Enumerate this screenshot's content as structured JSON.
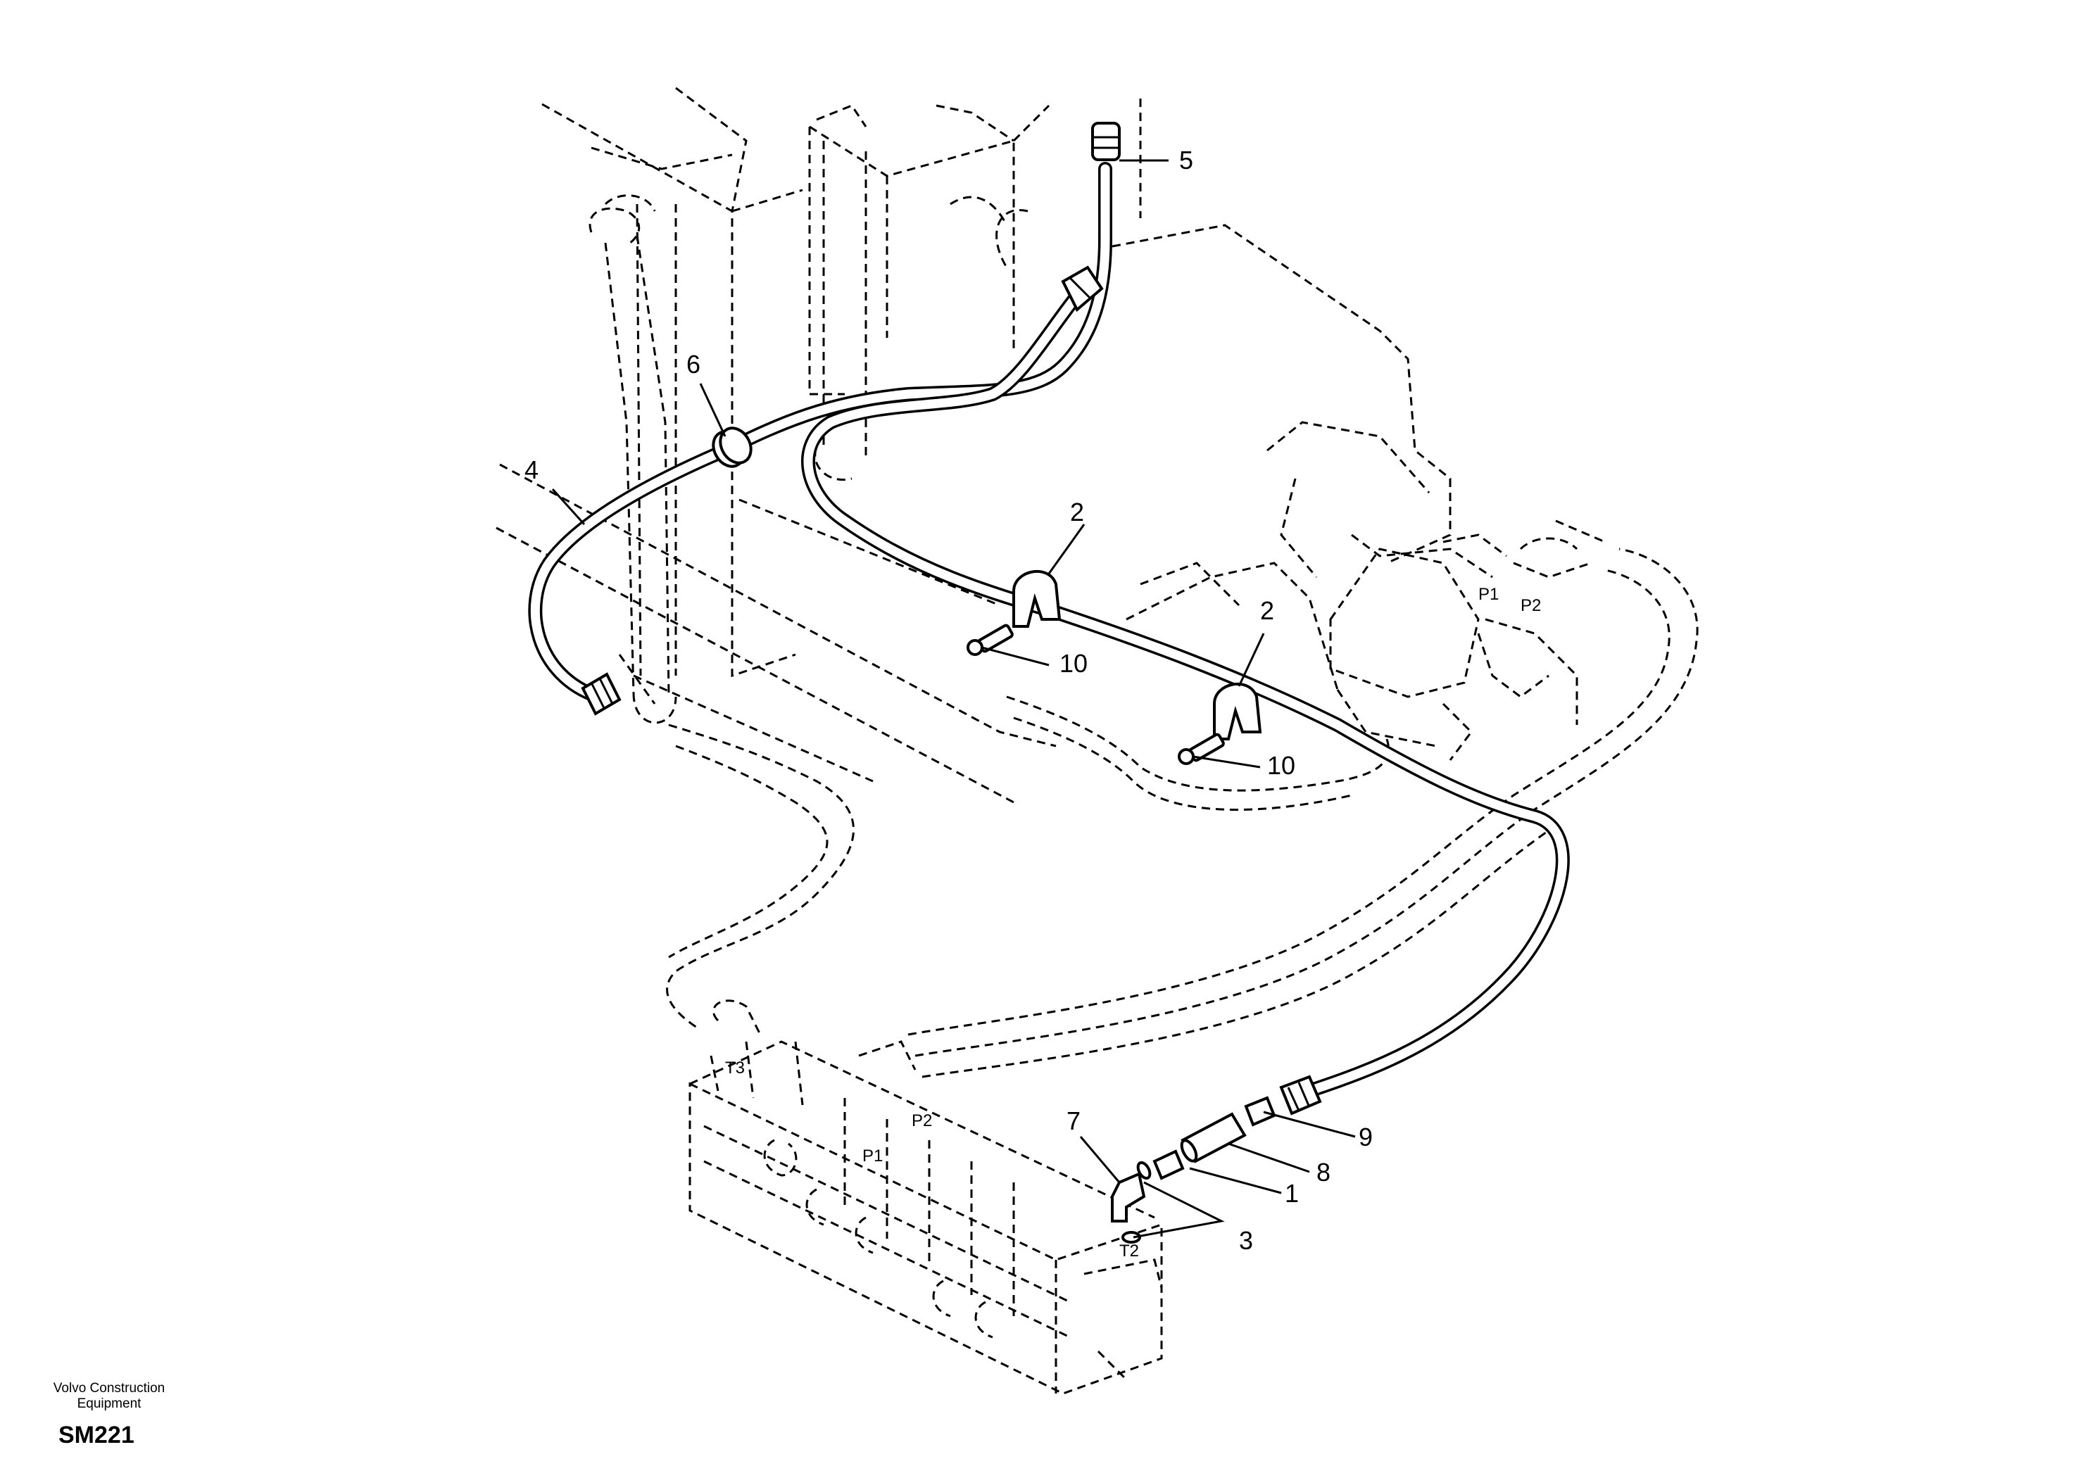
{
  "callouts": {
    "c1": "1",
    "c2a": "2",
    "c2b": "2",
    "c3": "3",
    "c4": "4",
    "c5": "5",
    "c6": "6",
    "c7": "7",
    "c8": "8",
    "c9": "9",
    "c10a": "10",
    "c10b": "10"
  },
  "ports": {
    "p1_top": "P1",
    "p2_top": "P2",
    "t3": "T3",
    "p2_valve": "P2",
    "p1_valve": "P1",
    "t2": "T2"
  },
  "footer": {
    "company_line1": "Volvo Construction",
    "company_line2": "Equipment",
    "sheet_code": "SM221"
  }
}
